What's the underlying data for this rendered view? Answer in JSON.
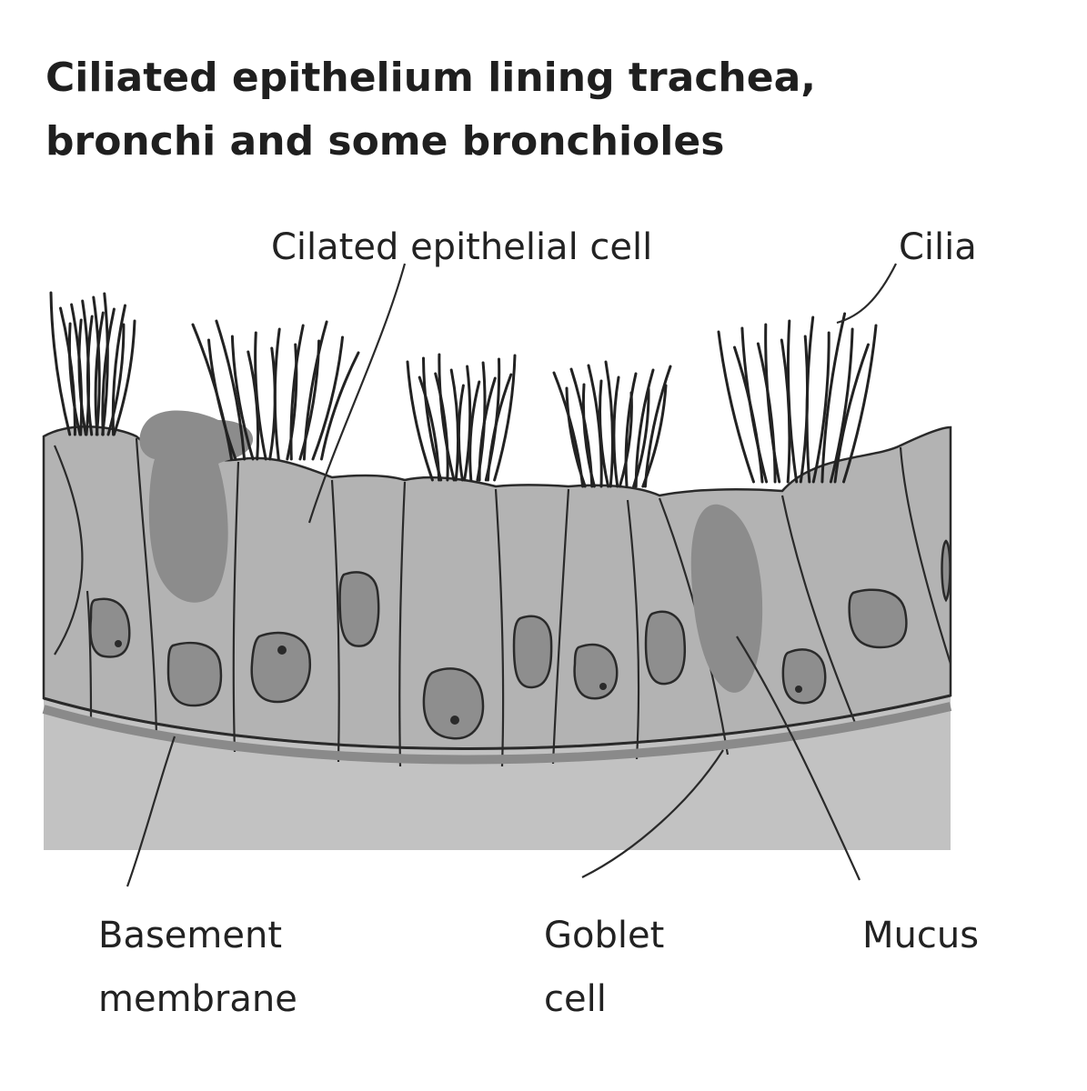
{
  "title": {
    "line1": "Ciliated epithelium lining trachea,",
    "line2": "bronchi and some bronchioles"
  },
  "labels": {
    "ciliated_cell": "Cilated epithelial cell",
    "cilia": "Cilia",
    "basement_line1": "Basement",
    "basement_line2": "membrane",
    "goblet_line1": "Goblet",
    "goblet_line2": "cell",
    "mucus": "Mucus"
  },
  "colors": {
    "cell_fill": "#b3b3b3",
    "connective_tissue": "#c2c2c2",
    "basement_membrane": "#8a8a8a",
    "nucleus": "#8e8e8e",
    "mucus": "#8c8c8c",
    "outline": "#2a2a2a"
  }
}
